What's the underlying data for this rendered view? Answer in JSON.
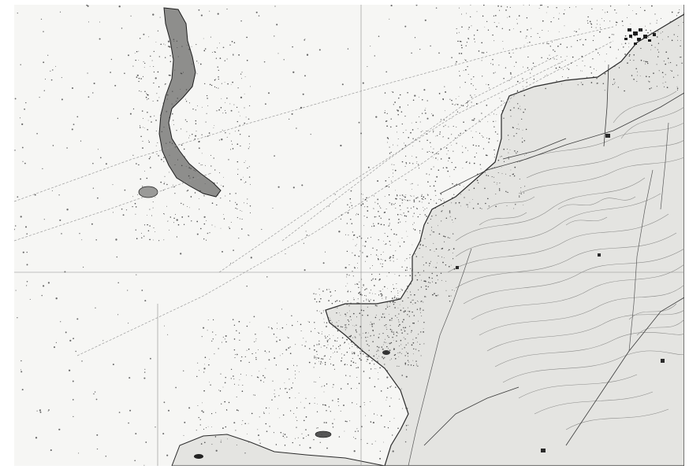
{
  "map": {
    "style": "historical nautical chart (grayscale)",
    "colors": {
      "paper": "#f3f3f1",
      "sea": "#f7f7f5",
      "land": "#e3e3e0",
      "island": "#8c8c8a",
      "soundings": "#6a6a6a",
      "contours": "#8a8a88",
      "coastline": "#2a2a2a",
      "grid": "#7a7a7a",
      "road": "#3a3a3a",
      "town": "#1a1a1a"
    },
    "features": [
      "open-sea-with-depth-soundings",
      "elongated-island-northwest",
      "coastline-east",
      "headland-southeast",
      "inland-topographic-contours",
      "town-northeast",
      "navigation-track-lines",
      "chart-grid-lines",
      "inland-roads",
      "rivers"
    ]
  }
}
